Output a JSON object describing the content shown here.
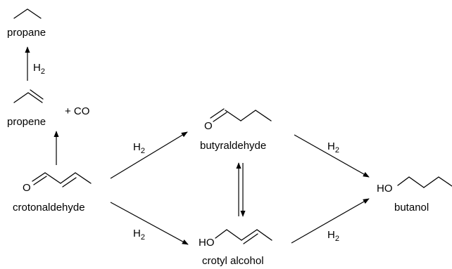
{
  "compounds": {
    "propane": "propane",
    "propene": "propene",
    "co": "+ CO",
    "crotonaldehyde": "crotonaldehyde",
    "butyraldehyde": "butyraldehyde",
    "crotyl_alcohol": "crotyl alcohol",
    "butanol": "butanol"
  },
  "atoms": {
    "oxygen": "O",
    "hydroxyl": "HO"
  },
  "reagents": {
    "h2_main": "H",
    "h2_sub": "2"
  }
}
